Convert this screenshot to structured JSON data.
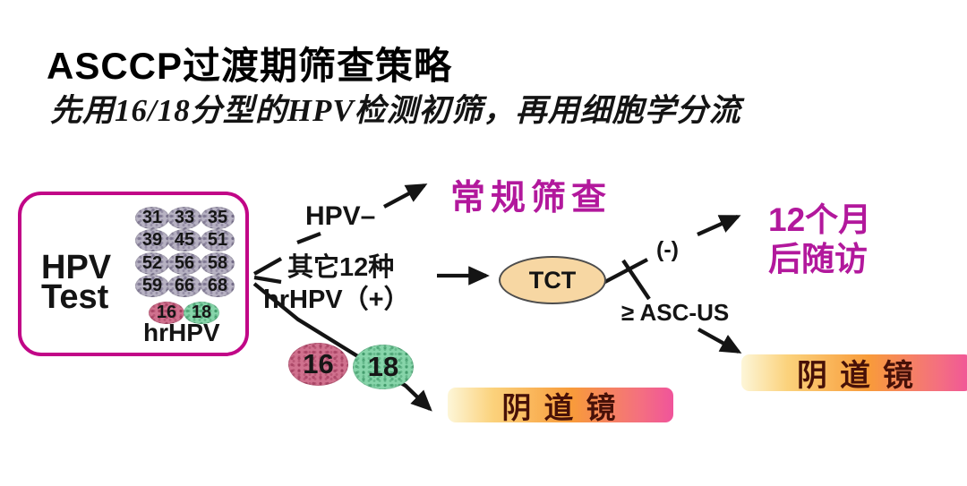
{
  "title": "ASCCP过渡期筛查策略",
  "subtitle": "先用16/18分型的HPV检测初筛，再用细胞学分流",
  "hpv_box": {
    "line1": "HPV",
    "line2": "Test",
    "types": [
      "31",
      "33",
      "35",
      "39",
      "45",
      "51",
      "52",
      "56",
      "58",
      "59",
      "66",
      "68"
    ],
    "type16": "16",
    "type18": "18",
    "caption": "hrHPV"
  },
  "flow": {
    "hpv_negative": "HPV–",
    "routine_screening": "常规筛查",
    "other_line1": "其它12种",
    "other_line2": "hrHPV（+）",
    "tct": "TCT",
    "negative": "(-)",
    "followup_num": "12",
    "followup_rest": "个月",
    "followup_line2": "后随访",
    "asc_us": "≥ ASC-US",
    "type16": "16",
    "type18": "18",
    "colposcopy_bottom": "阴道镜",
    "colposcopy_right": "阴道镜"
  },
  "colors": {
    "accent_magenta": "#b2189c",
    "box_border": "#c10687",
    "line_black": "#141414",
    "tct_fill": "#f7d7a3",
    "tct_stroke": "#4d4d4d",
    "blob_gray": "#b7b2c3",
    "blob_pink": "#d0718e",
    "blob_green": "#87d5aa",
    "gradient_mid": "#f89b3a",
    "gradient_right": "#f0549b",
    "colpo_text": "#471108"
  }
}
